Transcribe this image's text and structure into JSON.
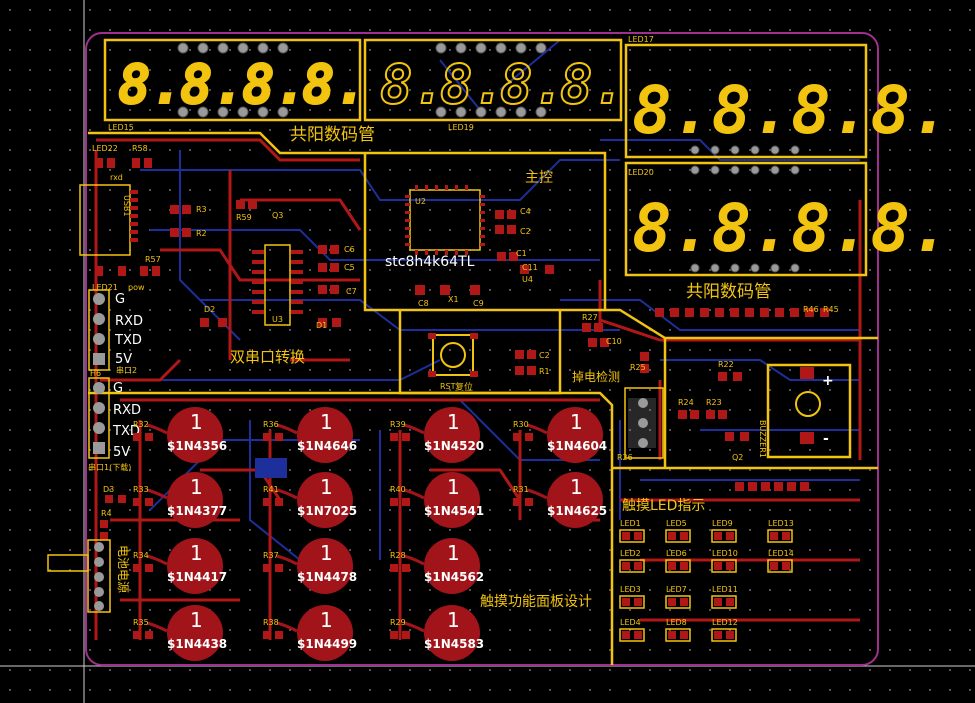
{
  "board": {
    "section_labels": {
      "common_anode": "共阳数码管",
      "main_control": "主控",
      "mcu_part": "stc8h4k64TL",
      "dual_serial": "双串口转换",
      "reset": "复位",
      "power_detect": "掉电检测",
      "touch_led": "触摸LED指示",
      "touch_panel": "触摸功能面板设计",
      "battery": "电池电源",
      "serial2": "串口2",
      "serial1": "串口1(下载)"
    },
    "display_labels": {
      "led15": "LED15",
      "led19": "LED19",
      "led17": "LED17",
      "led20": "LED20"
    },
    "header_h_top": [
      "G",
      "RXD",
      "TXD",
      "5V"
    ],
    "header_h_bottom": [
      "G",
      "RXD",
      "TXD",
      "5V"
    ],
    "usb_labels": {
      "led22": "LED22",
      "r58": "R58",
      "rxd": "rxd",
      "usb": "USB1",
      "led21": "LED21",
      "r57": "R57",
      "pow": "pow"
    },
    "misc_refs": {
      "r3": "R3",
      "r2": "R2",
      "r59": "R59",
      "q3": "Q3",
      "u2": "U2",
      "c6": "C6",
      "c5": "C5",
      "c7": "C7",
      "u3": "U3",
      "d1": "D1",
      "d2": "D2",
      "c4": "C4",
      "c2": "C2",
      "c1": "C1",
      "c11": "C11",
      "u4": "U4",
      "c8": "C8",
      "x1": "X1",
      "c9": "C9",
      "r27": "R27",
      "c10": "C10",
      "rst": "RST",
      "c2b": "C2",
      "r1": "R1",
      "r25": "R25",
      "r22": "R22",
      "r24": "R24",
      "r23": "R23",
      "r26": "R26",
      "q2": "Q2",
      "buzzer": "BUZZER1",
      "plus": "+",
      "minus": "-",
      "h6": "H6",
      "d3": "D3",
      "r4": "R4",
      "r45": "R45",
      "r46": "R46"
    },
    "touch_pads": [
      {
        "num": "1",
        "net": "$1N4356",
        "ref": "R32"
      },
      {
        "num": "1",
        "net": "$1N4646",
        "ref": "R36"
      },
      {
        "num": "1",
        "net": "$1N4520",
        "ref": "R39"
      },
      {
        "num": "1",
        "net": "$1N4604",
        "ref": "R30"
      },
      {
        "num": "1",
        "net": "$1N4377",
        "ref": "R33"
      },
      {
        "num": "1",
        "net": "$1N7025",
        "ref": "R41"
      },
      {
        "num": "1",
        "net": "$1N4541",
        "ref": "R40"
      },
      {
        "num": "1",
        "net": "$1N4625",
        "ref": "R31"
      },
      {
        "num": "1",
        "net": "$1N4417",
        "ref": "R34"
      },
      {
        "num": "1",
        "net": "$1N4478",
        "ref": "R37"
      },
      {
        "num": "1",
        "net": "$1N4562",
        "ref": "R28"
      },
      {
        "num": "1",
        "net": "$1N4438",
        "ref": "R35"
      },
      {
        "num": "1",
        "net": "$1N4499",
        "ref": "R38"
      },
      {
        "num": "1",
        "net": "$1N4583",
        "ref": "R29"
      }
    ],
    "leds": [
      "LED1",
      "LED5",
      "LED9",
      "LED13",
      "LED2",
      "LED6",
      "LED10",
      "LED14",
      "LED3",
      "LED7",
      "LED11",
      "LED4",
      "LED8",
      "LED12"
    ],
    "colors": {
      "background": "#000000",
      "silkscreen": "#f2c40f",
      "copper_top": "#b01818",
      "copper_bottom": "#1c2f9a",
      "outline": "#a03090",
      "pad_gray": "#a0a0a0"
    }
  }
}
